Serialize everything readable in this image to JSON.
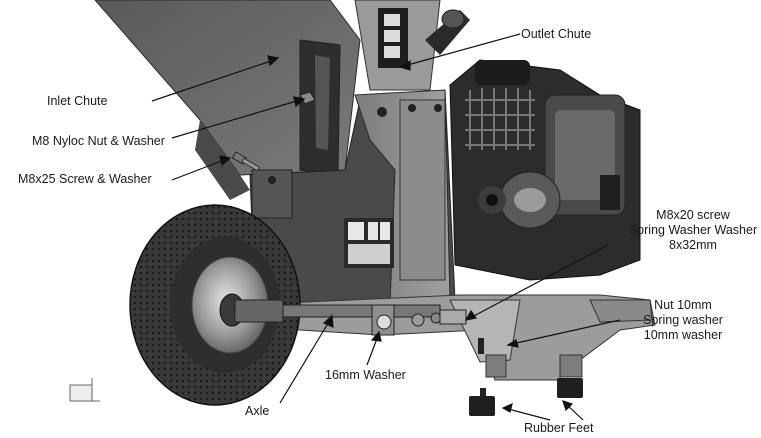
{
  "labels": {
    "outlet_chute": "Outlet Chute",
    "inlet_chute": "Inlet Chute",
    "nyloc_nut": "M8 Nyloc Nut & Washer",
    "screw_m8x25": "M8x25 Screw & Washer",
    "screw_m8x20": [
      "M8x20 screw",
      "Spring Washer  Washer",
      "8x32mm"
    ],
    "nut_10mm": [
      "Nut 10mm",
      "Spring washer",
      "10mm washer"
    ],
    "washer_16mm": "16mm Washer",
    "axle": "Axle",
    "rubber_feet": "Rubber Feet"
  },
  "colors": {
    "machine_dark": "#3b3b3b",
    "machine_mid": "#6e6e6e",
    "machine_light": "#a9a9a9",
    "tire": "#2a2a2a",
    "leader": "#111111"
  }
}
